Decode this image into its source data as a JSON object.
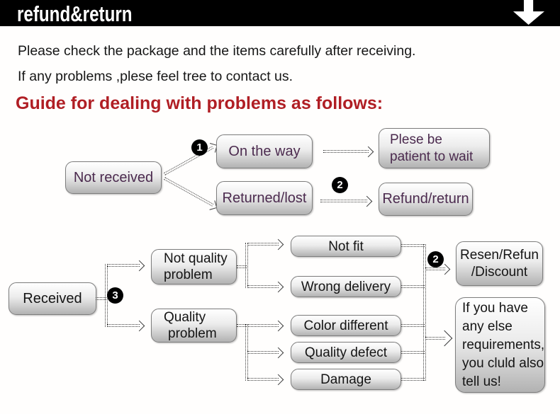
{
  "header": {
    "title": "refund&return"
  },
  "intro": {
    "line1": "Please check the package and the items carefully after receiving.",
    "line2": "If any problems ,plese feel tree to contact us."
  },
  "guide_heading": "Guide for dealing with problems as follows:",
  "colors": {
    "header_bg": "#000000",
    "heading_red": "#b01e24",
    "flow1_text_purple": "#4b2a4e",
    "flow2_text_black": "#141414",
    "box_border_gray": "#7e7e7e"
  },
  "flow_not_received": {
    "source": "Not received",
    "step1_badge": "1",
    "on_the_way": "On the way",
    "returned_lost": "Returned/lost",
    "step2_badge": "2",
    "patient_line1": "Plese be",
    "patient_line2": "patient to wait",
    "refund_return": "Refund/return"
  },
  "flow_received": {
    "source": "Received",
    "step3_badge": "3",
    "not_quality_line1": "Not quality",
    "not_quality_line2": "problem",
    "quality_line1": "Quality",
    "quality_line2": "problem",
    "not_fit": "Not fit",
    "wrong_delivery": "Wrong delivery",
    "color_different": "Color different",
    "quality_defect": "Quality defect",
    "damage": "Damage",
    "step2_badge": "2",
    "resolution_line1": "Resen/Refun",
    "resolution_line2": "/Discount",
    "note_line1": "If you have",
    "note_line2": "any else",
    "note_line3": "requirements,",
    "note_line4": "you cluld also",
    "note_line5": "tell us!"
  }
}
